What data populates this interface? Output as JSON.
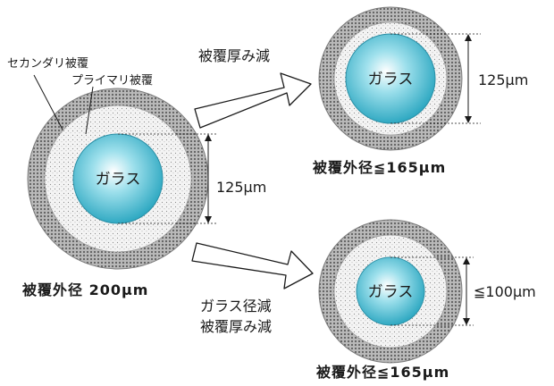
{
  "labels": {
    "secondary_coating": "セカンダリ被覆",
    "primary_coating": "プライマリ被覆",
    "glass": "ガラス",
    "left_dimension": "125μm",
    "left_caption": "被覆外径 200μm",
    "arrow_top_label": "被覆厚み減",
    "arrow_bottom_label_line1": "ガラス径減",
    "arrow_bottom_label_line2": "被覆厚み減",
    "top_right_dimension": "125μm",
    "top_right_caption": "被覆外径≦165μm",
    "bottom_right_dimension": "≦100μm",
    "bottom_right_caption": "被覆外径≦165μm"
  },
  "colors": {
    "glass_center": "#ffffff",
    "glass_mid": "#7fd3e3",
    "glass_edge": "#2aa6c0",
    "secondary_ring": "#8a8a8a",
    "primary_ring": "#f2f2f2",
    "text": "#1a1a1a"
  }
}
